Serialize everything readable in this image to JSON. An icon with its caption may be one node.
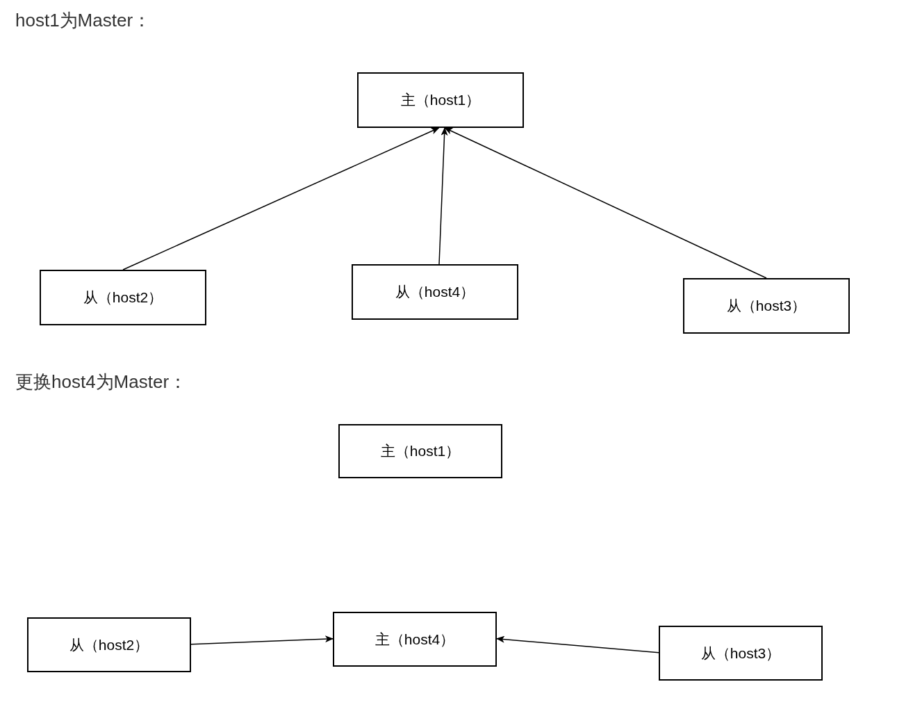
{
  "diagram": {
    "nodes": [
      {
        "text": [
          "主（host1）"
        ]
      },
      {
        "text": [
          "从（host2）"
        ]
      },
      {
        "text": [
          "从（host4）"
        ]
      },
      {
        "text": [
          "从（host3）"
        ]
      },
      {
        "text": [
          "主（host1）"
        ]
      },
      {
        "text": [
          "从（host2）"
        ]
      },
      {
        "text": [
          "主（host4）"
        ]
      },
      {
        "text": [
          "从（host3）"
        ]
      }
    ],
    "edges": [
      {
        "from": 1,
        "to": 0,
        "arrow": "to"
      },
      {
        "from": 2,
        "to": 0,
        "arrow": "to"
      },
      {
        "from": 3,
        "to": 0,
        "arrow": "to"
      },
      {
        "from": 5,
        "to": 6,
        "arrow": "to"
      },
      {
        "from": 7,
        "to": 6,
        "arrow": "to"
      }
    ],
    "labels": [
      "host1为Master：",
      "更换host4为Master："
    ]
  }
}
